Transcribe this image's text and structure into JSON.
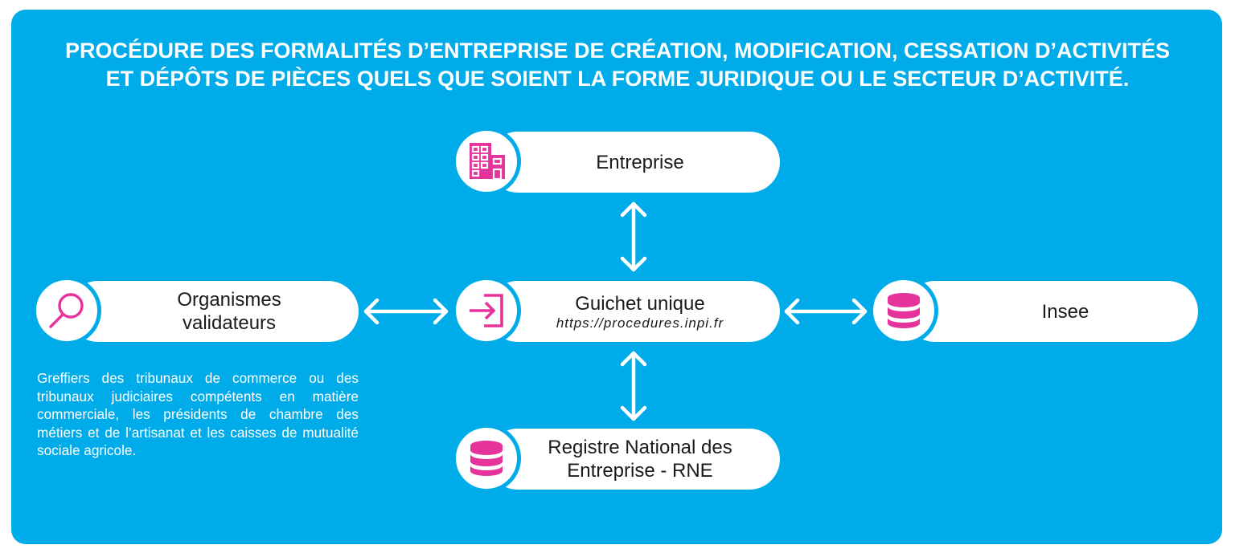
{
  "title": {
    "line1": "PROCÉDURE DES FORMALITÉS D’ENTREPRISE DE CRÉATION, MODIFICATION, CESSATION D’ACTIVITÉS",
    "line2": "ET DÉPÔTS DE PIÈCES QUELS QUE SOIENT LA FORME JURIDIQUE OU LE SECTEUR D’ACTIVITÉ."
  },
  "nodes": {
    "entreprise": {
      "label": "Entreprise",
      "icon": "building-icon"
    },
    "guichet": {
      "label": "Guichet unique",
      "url": "https://procedures.inpi.fr",
      "icon": "login-icon"
    },
    "organismes": {
      "line1": "Organismes",
      "line2": "validateurs",
      "icon": "magnifier-icon"
    },
    "insee": {
      "label": "Insee",
      "icon": "database-icon"
    },
    "rne": {
      "line1": "Registre National des",
      "line2": "Entreprise - RNE",
      "icon": "database-icon"
    }
  },
  "description": "Greffiers des tribunaux de commerce ou des tribunaux judiciaires compétents en matière commerciale, les présidents de chambre des métiers et de l’artisanat et les caisses de mutualité sociale agricole.",
  "colors": {
    "background": "#00abe9",
    "accent": "#e6339b",
    "pill": "#ffffff"
  }
}
